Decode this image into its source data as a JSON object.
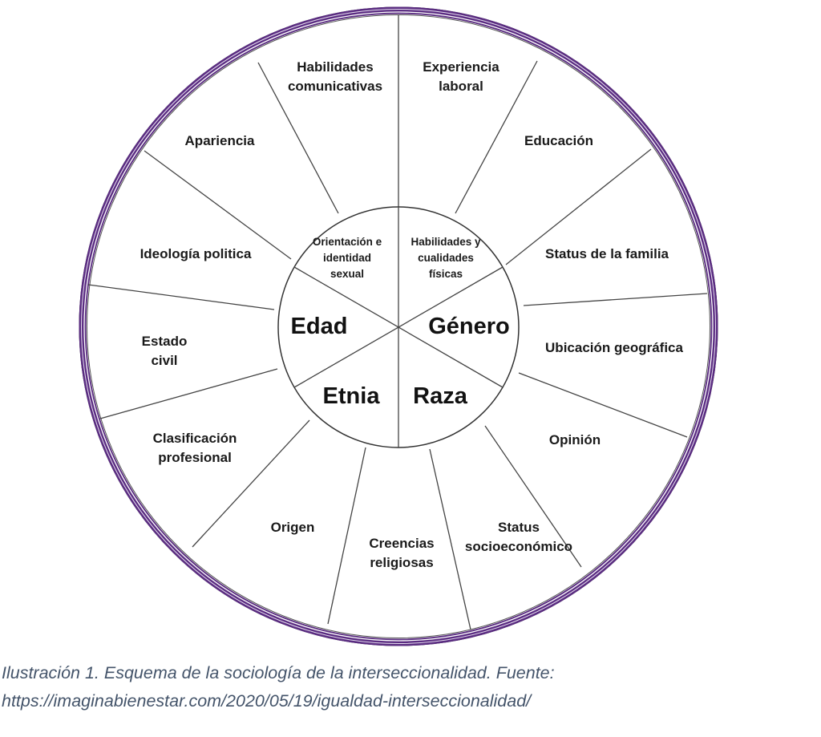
{
  "diagram": {
    "outer": [
      [
        "Habilidades",
        "comunicativas"
      ],
      [
        "Experiencia",
        "laboral"
      ],
      [
        "Educación"
      ],
      [
        "Status de la familia"
      ],
      [
        "Ubicación geográfica"
      ],
      [
        "Opinión"
      ],
      [
        "Status",
        "socioeconómico"
      ],
      [
        "Creencias",
        "religiosas"
      ],
      [
        "Origen"
      ],
      [
        "Clasificación",
        "profesional"
      ],
      [
        "Estado",
        "civil"
      ],
      [
        "Ideología politica"
      ],
      [
        "Apariencia"
      ]
    ],
    "inner": {
      "orientacion": [
        "Orientación e",
        "identidad",
        "sexual"
      ],
      "habilidades": [
        "Habilidades y",
        "cualidades",
        "físicas"
      ],
      "edad": "Edad",
      "genero": "Género",
      "etnia": "Etnia",
      "raza": "Raza"
    },
    "ring_color": "#5b2d82"
  },
  "caption": {
    "line1": "Ilustración 1. Esquema de la sociología de la interseccionalidad. Fuente:",
    "line2": "https://imaginabienestar.com/2020/05/19/igualdad-interseccionalidad/"
  }
}
